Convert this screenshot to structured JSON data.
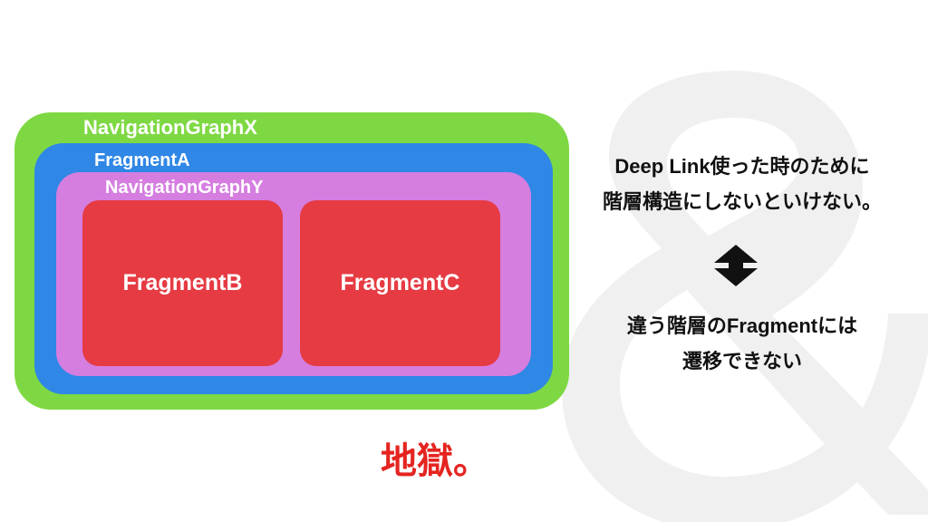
{
  "diagram": {
    "nav_graph_x": "NavigationGraphX",
    "fragment_a": "FragmentA",
    "nav_graph_y": "NavigationGraphY",
    "fragment_b": "FragmentB",
    "fragment_c": "FragmentC"
  },
  "notes": {
    "top_line1": "Deep Link使った時のために",
    "top_line2": "階層構造にしないといけない。",
    "bottom_line1": "違う階層のFragmentには",
    "bottom_line2": "遷移できない"
  },
  "conclusion": "地獄。",
  "icons": {
    "swap": "swap-vertical-arrows-icon",
    "background": "ampersand-watermark-icon"
  },
  "colors": {
    "nav_graph_x": "#7ed843",
    "fragment_a": "#2f87e6",
    "nav_graph_y": "#d57ee0",
    "fragment_bc": "#e63b43",
    "conclusion": "#e52420"
  }
}
